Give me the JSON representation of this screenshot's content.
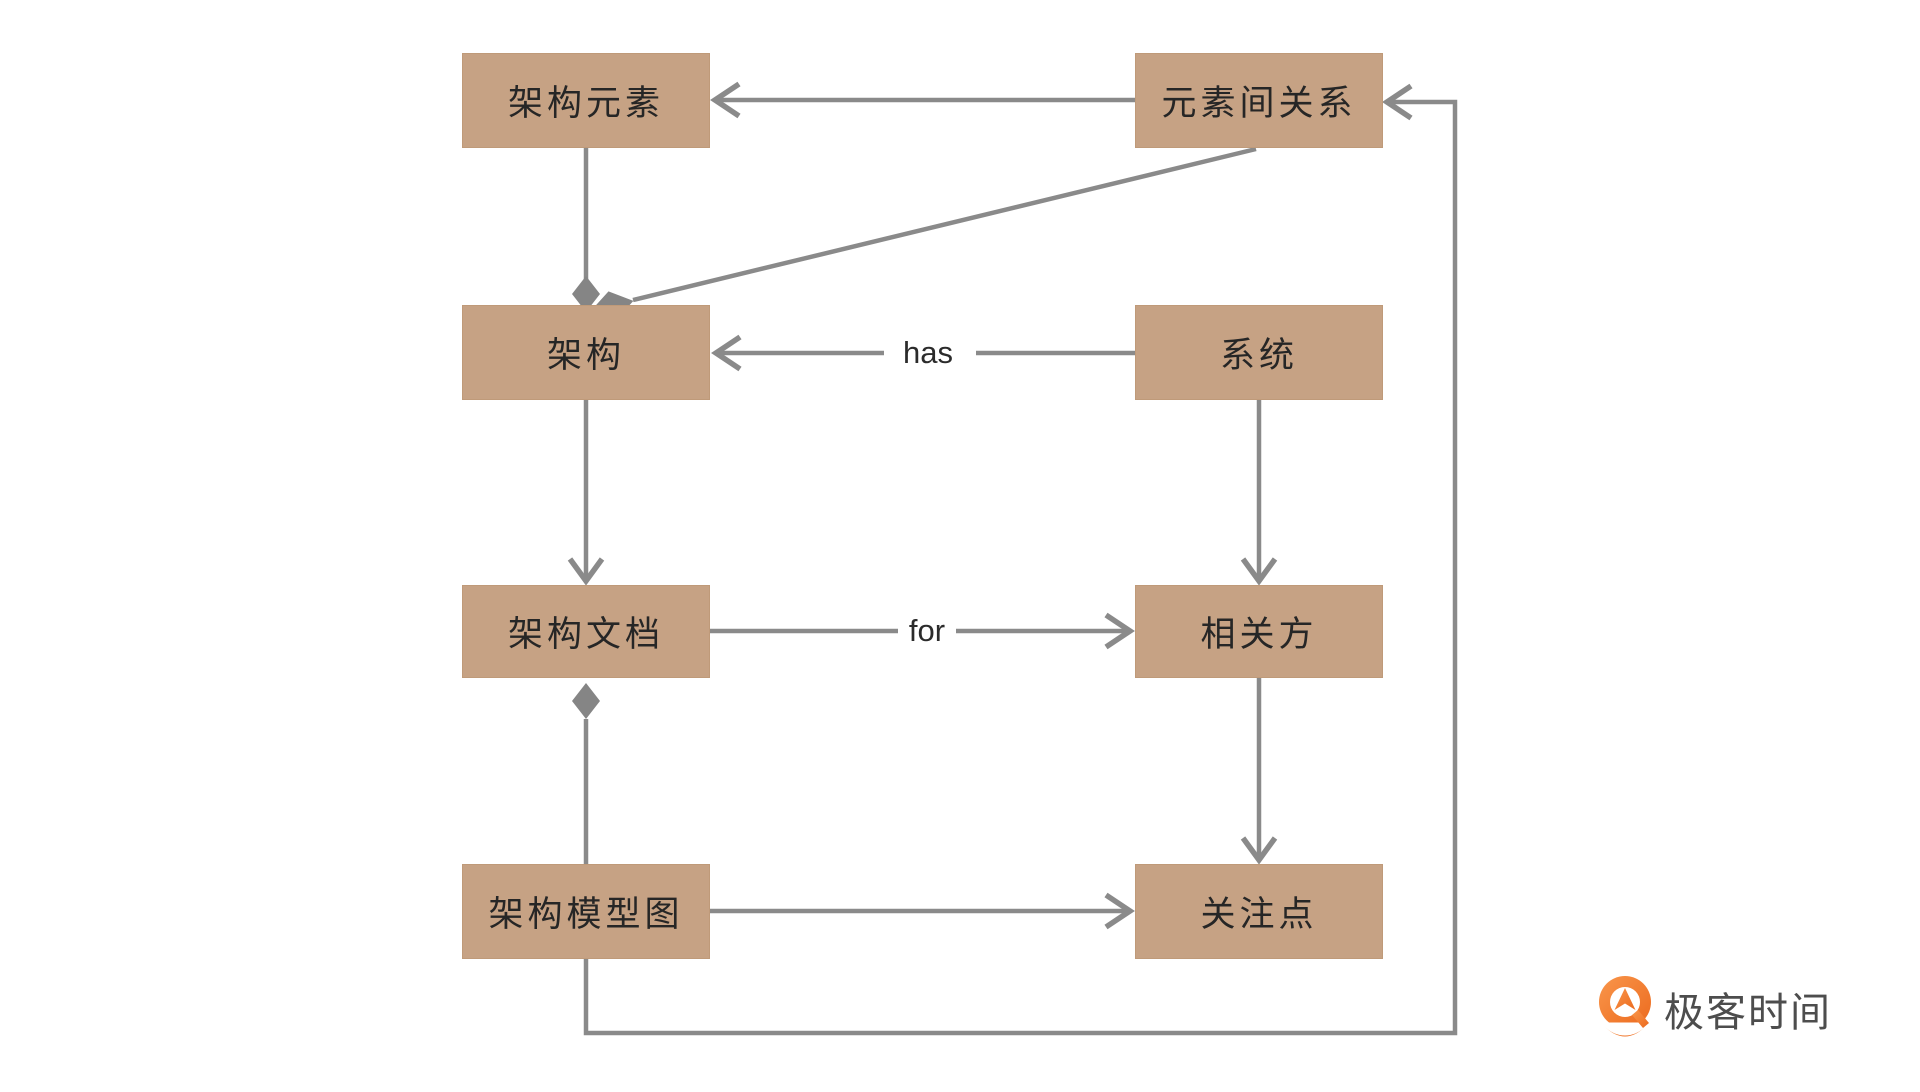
{
  "diagram": {
    "nodes": [
      {
        "id": "arch-element",
        "label": "架构元素"
      },
      {
        "id": "elem-relation",
        "label": "元素间关系"
      },
      {
        "id": "architecture",
        "label": "架构"
      },
      {
        "id": "system",
        "label": "系统"
      },
      {
        "id": "arch-doc",
        "label": "架构文档"
      },
      {
        "id": "stakeholder",
        "label": "相关方"
      },
      {
        "id": "arch-model",
        "label": "架构模型图"
      },
      {
        "id": "concern",
        "label": "关注点"
      }
    ],
    "edges": [
      {
        "from": "elem-relation",
        "to": "arch-element",
        "type": "arrow",
        "label": ""
      },
      {
        "from": "arch-element",
        "to": "architecture",
        "type": "composition",
        "label": ""
      },
      {
        "from": "elem-relation",
        "to": "architecture",
        "type": "composition",
        "label": ""
      },
      {
        "from": "system",
        "to": "architecture",
        "type": "arrow",
        "label": "has"
      },
      {
        "from": "architecture",
        "to": "arch-doc",
        "type": "arrow",
        "label": ""
      },
      {
        "from": "system",
        "to": "stakeholder",
        "type": "arrow",
        "label": ""
      },
      {
        "from": "arch-doc",
        "to": "stakeholder",
        "type": "arrow",
        "label": "for"
      },
      {
        "from": "stakeholder",
        "to": "concern",
        "type": "arrow",
        "label": ""
      },
      {
        "from": "arch-model",
        "to": "arch-doc",
        "type": "composition",
        "label": ""
      },
      {
        "from": "arch-model",
        "to": "concern",
        "type": "arrow",
        "label": ""
      },
      {
        "from": "arch-model",
        "to": "elem-relation",
        "type": "arrow",
        "label": ""
      }
    ]
  },
  "logo": {
    "text": "极客时间"
  },
  "colors": {
    "background": "#FFFFFF",
    "node_fill": "#C6A284",
    "node_text": "#262626",
    "edge_gray": "#8A8A8A",
    "diamond_gray": "#858585",
    "logo_orange": "#F0711F",
    "logo_orange_light": "#F9964B",
    "logo_text": "#4D4D4D"
  }
}
